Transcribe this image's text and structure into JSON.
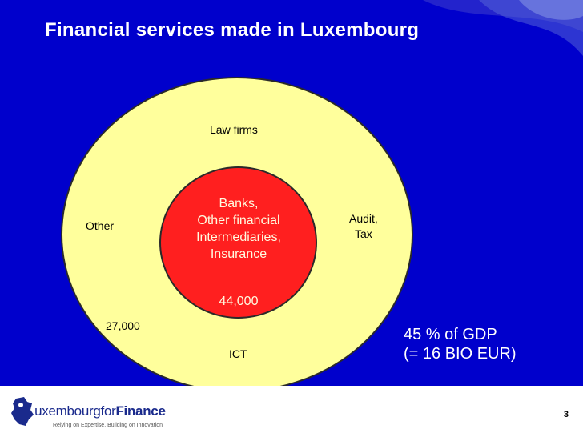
{
  "title": "Financial services made in Luxembourg",
  "diagram": {
    "outer_labels": {
      "law_firms": "Law firms",
      "other": "Other",
      "audit_line1": "Audit,",
      "audit_line2": "Tax",
      "ict": "ICT",
      "outer_count": "27,000"
    },
    "core": {
      "line1": "Banks,",
      "line2": "Other financial",
      "line3": "Intermediaries,",
      "line4": "Insurance",
      "count": "44,000"
    },
    "colors": {
      "background": "#0000cc",
      "outer_circle": "#ffff9c",
      "inner_circle": "#ff1f1f"
    }
  },
  "gdp": {
    "line1": "45 % of GDP",
    "line2": "(= 16 BIO EUR)"
  },
  "footer": {
    "logo_part1": "Lux",
    "logo_part2": "embourg",
    "logo_part3": "for",
    "logo_part4": "Finance",
    "tagline": "Relying on Expertise, Building on Innovation",
    "page_number": "3"
  }
}
